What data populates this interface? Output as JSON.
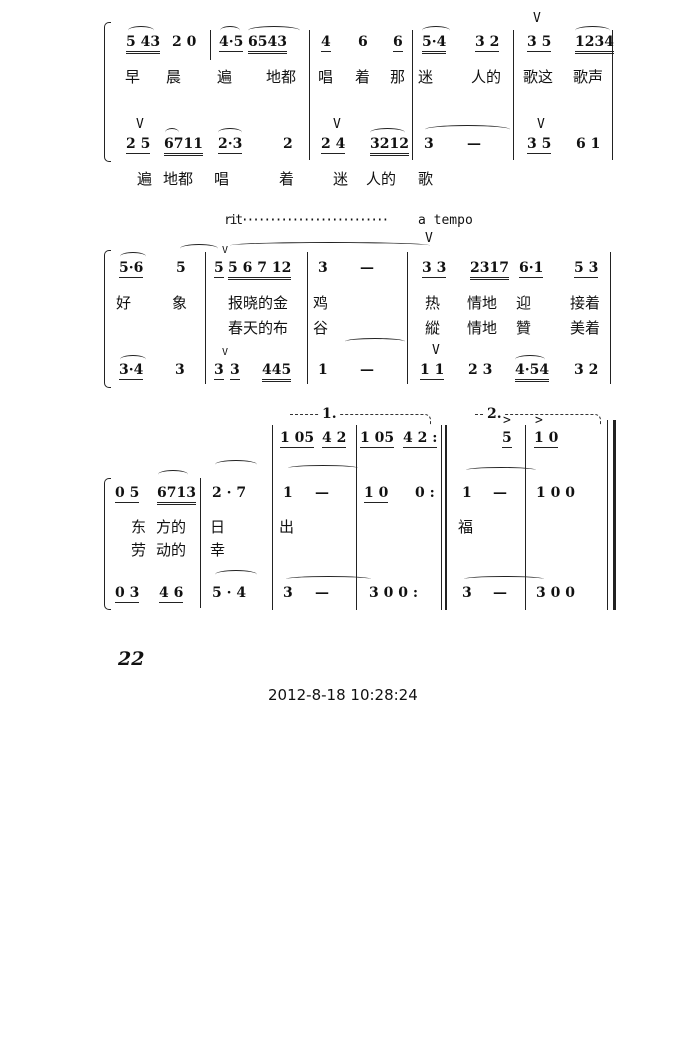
{
  "system1": {
    "upper_notes": [
      "5 43",
      "2 0",
      "4·5",
      "6543",
      "4",
      "6",
      "6",
      "5·4",
      "3 2",
      "3 5",
      "1234"
    ],
    "lyrics": [
      "早",
      "晨",
      "遍",
      "地都",
      "唱",
      "着",
      "那",
      "迷",
      "人的",
      "歌这",
      "歌声"
    ],
    "lower_notes": [
      "2 5",
      "6711",
      "2·3",
      "2",
      "2 4",
      "3212",
      "3",
      "—",
      "3 5",
      "6 1"
    ],
    "lower_lyrics": [
      "遍",
      "地都",
      "唱",
      "着",
      "迷",
      "人的",
      "歌"
    ],
    "breath": "V"
  },
  "system2": {
    "rit": "rit··························",
    "a_tempo": "a tempo",
    "upper_notes": [
      "5·6",
      "5",
      "5",
      "5 6 7 12",
      "3",
      "—",
      "3 3",
      "2317",
      "6·1",
      "5 3"
    ],
    "lyrics1": [
      "好",
      "象",
      "报晓的金",
      "鸡",
      "热",
      "情地",
      "迎",
      "接着"
    ],
    "lyrics2": [
      "春天的布",
      "谷",
      "縱",
      "情地",
      "贊",
      "美着"
    ],
    "lower_notes": [
      "3·4",
      "3",
      "3",
      "3",
      "445",
      "1",
      "—",
      "1 1",
      "2 3",
      "4·54",
      "3 2"
    ],
    "breath": "V"
  },
  "system3": {
    "volta1": "1.",
    "volta2": "2.",
    "top_notes": [
      "1 05",
      "4 2",
      "1 05",
      "4 2 :",
      "5",
      "1 0"
    ],
    "main_notes": [
      "0 5",
      "6713",
      "2 · 7",
      "1",
      "—",
      "1 0",
      "0 :",
      "1",
      "—",
      "1 0 0"
    ],
    "lyrics1": [
      "东",
      "方的",
      "日",
      "出",
      "福"
    ],
    "lyrics2": [
      "劳",
      "动的",
      "幸"
    ],
    "lower_notes": [
      "0 3",
      "4 6",
      "5 · 4",
      "3",
      "—",
      "3 0 0 :",
      "3",
      "—",
      "3 0 0"
    ],
    "accent": ">"
  },
  "page_number": "22",
  "timestamp": "2012-8-18 10:28:24"
}
